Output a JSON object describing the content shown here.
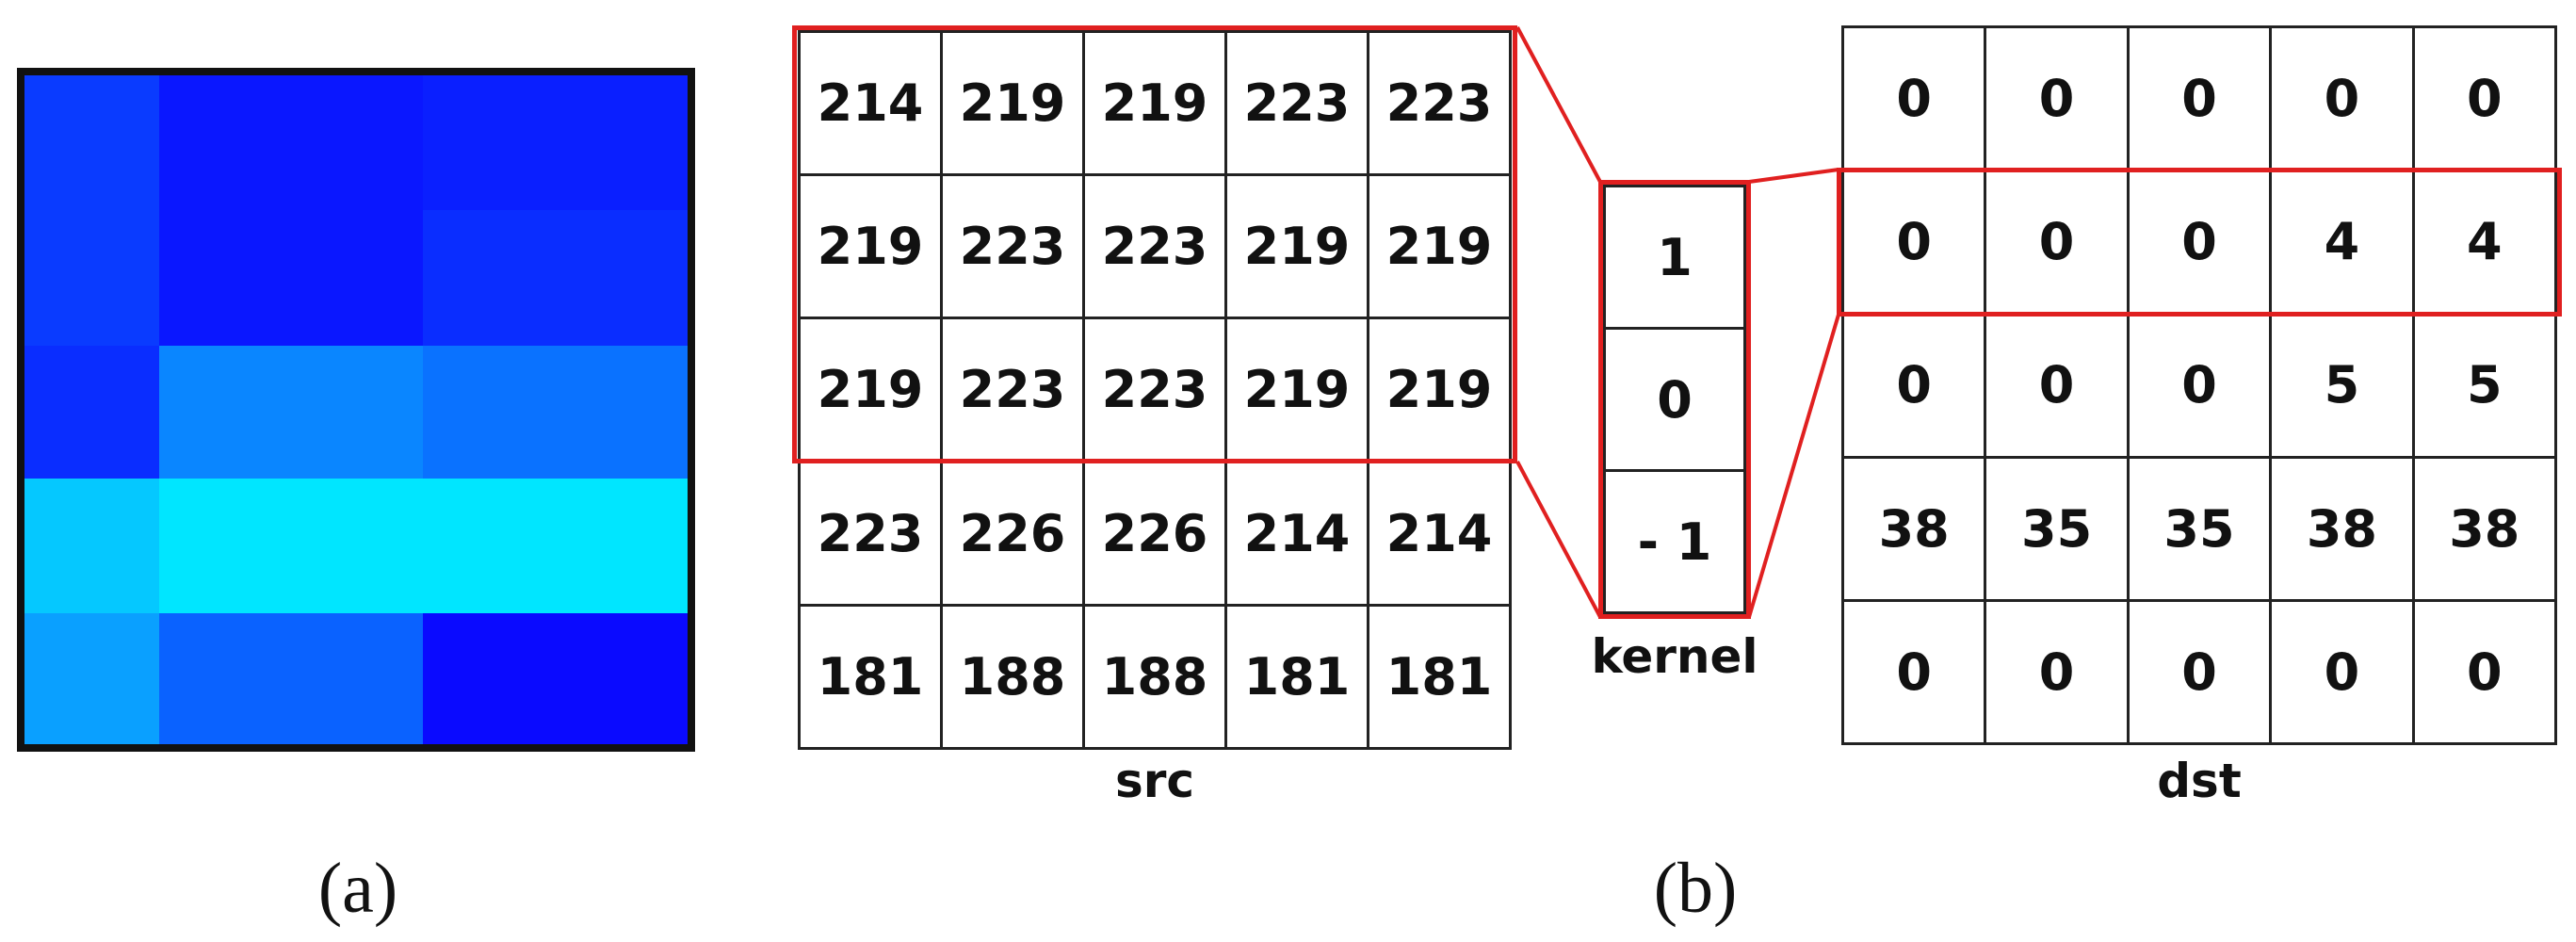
{
  "panel_a": {
    "label": "(a)",
    "pixels": [
      [
        "#0a3bff",
        "#0a17ff",
        "#0a17ff",
        "#0a1fff",
        "#0a1fff"
      ],
      [
        "#0a3bff",
        "#0a17ff",
        "#0a17ff",
        "#0a2dff",
        "#0a2dff"
      ],
      [
        "#0a2dff",
        "#0a86ff",
        "#0a86ff",
        "#0a72ff",
        "#0a72ff"
      ],
      [
        "#05c8ff",
        "#00e6ff",
        "#00e6ff",
        "#00e6ff",
        "#00e6ff"
      ],
      [
        "#0aa0ff",
        "#0a62ff",
        "#0a62ff",
        "#0a0aff",
        "#0a0aff"
      ]
    ]
  },
  "panel_b": {
    "label": "(b)",
    "src": {
      "label": "src",
      "rows": [
        [
          "214",
          "219",
          "219",
          "223",
          "223"
        ],
        [
          "219",
          "223",
          "223",
          "219",
          "219"
        ],
        [
          "219",
          "223",
          "223",
          "219",
          "219"
        ],
        [
          "223",
          "226",
          "226",
          "214",
          "214"
        ],
        [
          "181",
          "188",
          "188",
          "181",
          "181"
        ]
      ]
    },
    "kernel": {
      "label": "kernel",
      "values": [
        "1",
        "0",
        "- 1"
      ]
    },
    "dst": {
      "label": "dst",
      "rows": [
        [
          "0",
          "0",
          "0",
          "0",
          "0"
        ],
        [
          "0",
          "0",
          "0",
          "4",
          "4"
        ],
        [
          "0",
          "0",
          "0",
          "5",
          "5"
        ],
        [
          "38",
          "35",
          "35",
          "38",
          "38"
        ],
        [
          "0",
          "0",
          "0",
          "0",
          "0"
        ]
      ]
    },
    "highlight_color": "#e02020"
  }
}
